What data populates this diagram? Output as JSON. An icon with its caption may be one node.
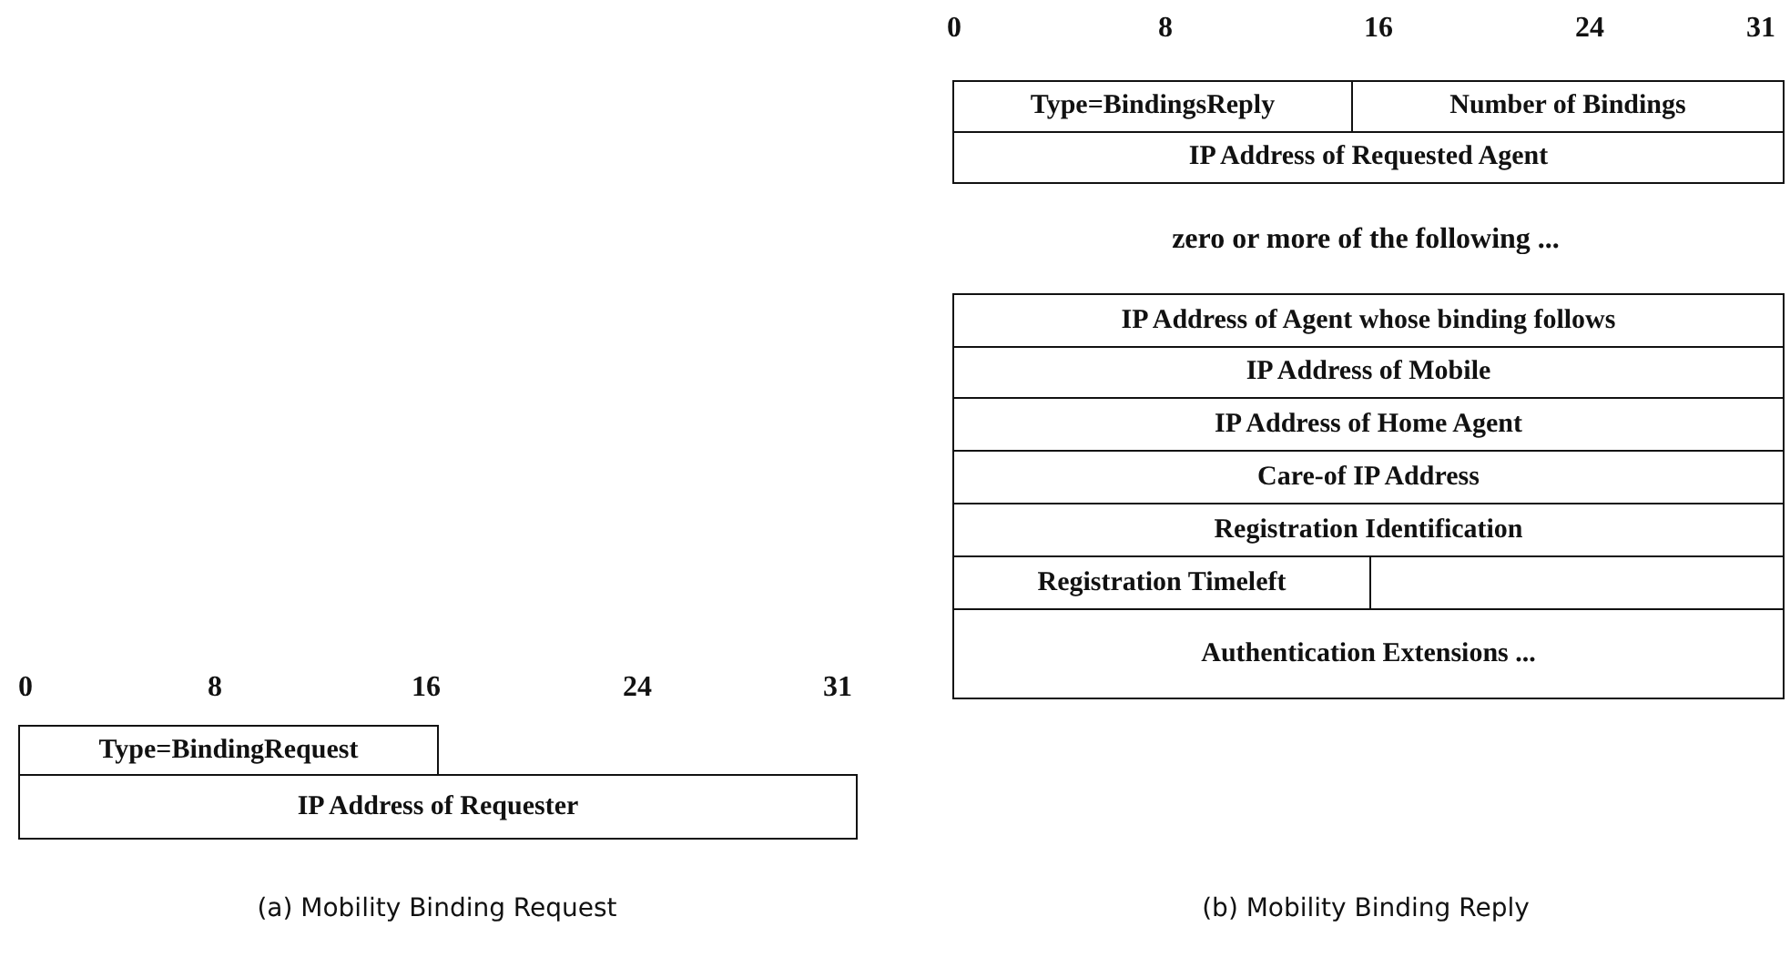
{
  "diagram": {
    "nodes": [
      {
        "text": [
          "Type=BindingRequest"
        ]
      },
      {
        "text": [
          "IP Address of Requester"
        ]
      },
      {
        "text": [
          "Type=BindingsReply"
        ]
      },
      {
        "text": [
          "Number of Bindings"
        ]
      },
      {
        "text": [
          "IP Address of Requested Agent"
        ]
      },
      {
        "text": [
          "IP Address of Agent whose binding follows"
        ]
      },
      {
        "text": [
          "IP Address of Mobile"
        ]
      },
      {
        "text": [
          "IP Address of Home Agent"
        ]
      },
      {
        "text": [
          "Care-of IP Address"
        ]
      },
      {
        "text": [
          "Registration Identification"
        ]
      },
      {
        "text": [
          "Registration Timeleft"
        ]
      },
      {
        "text": [],
        "shape": "box"
      },
      {
        "text": [
          "Authentication Extensions ..."
        ]
      }
    ],
    "labels": [
      "0",
      "8",
      "16",
      "24",
      "31",
      "0",
      "8",
      "16",
      "24",
      "31",
      "zero or more of the following ...",
      "(a) Mobility Binding Request",
      "(b) Mobility Binding Reply"
    ]
  }
}
